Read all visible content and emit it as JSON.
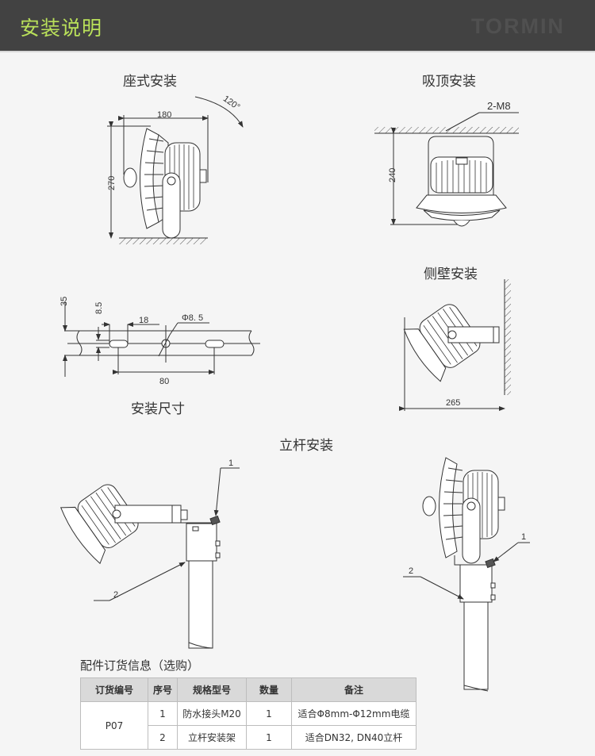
{
  "header": {
    "title": "安装说明",
    "brand": "TORMIN",
    "title_color": "#b9e05a",
    "background_color": "#424242"
  },
  "sections": {
    "seat_mount": {
      "title": "座式安装",
      "width_label": "180",
      "height_label": "270",
      "angle_label": "120°"
    },
    "ceiling_mount": {
      "title": "吸顶安装",
      "bolt_label": "2-M8",
      "height_label": "240"
    },
    "mount_dimensions": {
      "title": "安装尺寸",
      "height_label": "35",
      "slot_width_label": "8.5",
      "slot_length_label": "18",
      "hole_label": "Φ8. 5",
      "spacing_label": "80"
    },
    "wall_mount": {
      "title": "侧壁安装",
      "width_label": "265"
    },
    "pole_mount": {
      "title": "立杆安装",
      "callout_1": "1",
      "callout_2": "2"
    }
  },
  "accessories": {
    "title": "配件订货信息（选购）",
    "headers": [
      "订货编号",
      "序号",
      "规格型号",
      "数量",
      "备注"
    ],
    "order_no": "P07",
    "rows": [
      {
        "seq": "1",
        "model": "防水接头M20",
        "qty": "1",
        "note": "适合Φ8mm-Φ12mm电缆"
      },
      {
        "seq": "2",
        "model": "立杆安装架",
        "qty": "1",
        "note": "适合DN32, DN40立杆"
      }
    ]
  }
}
